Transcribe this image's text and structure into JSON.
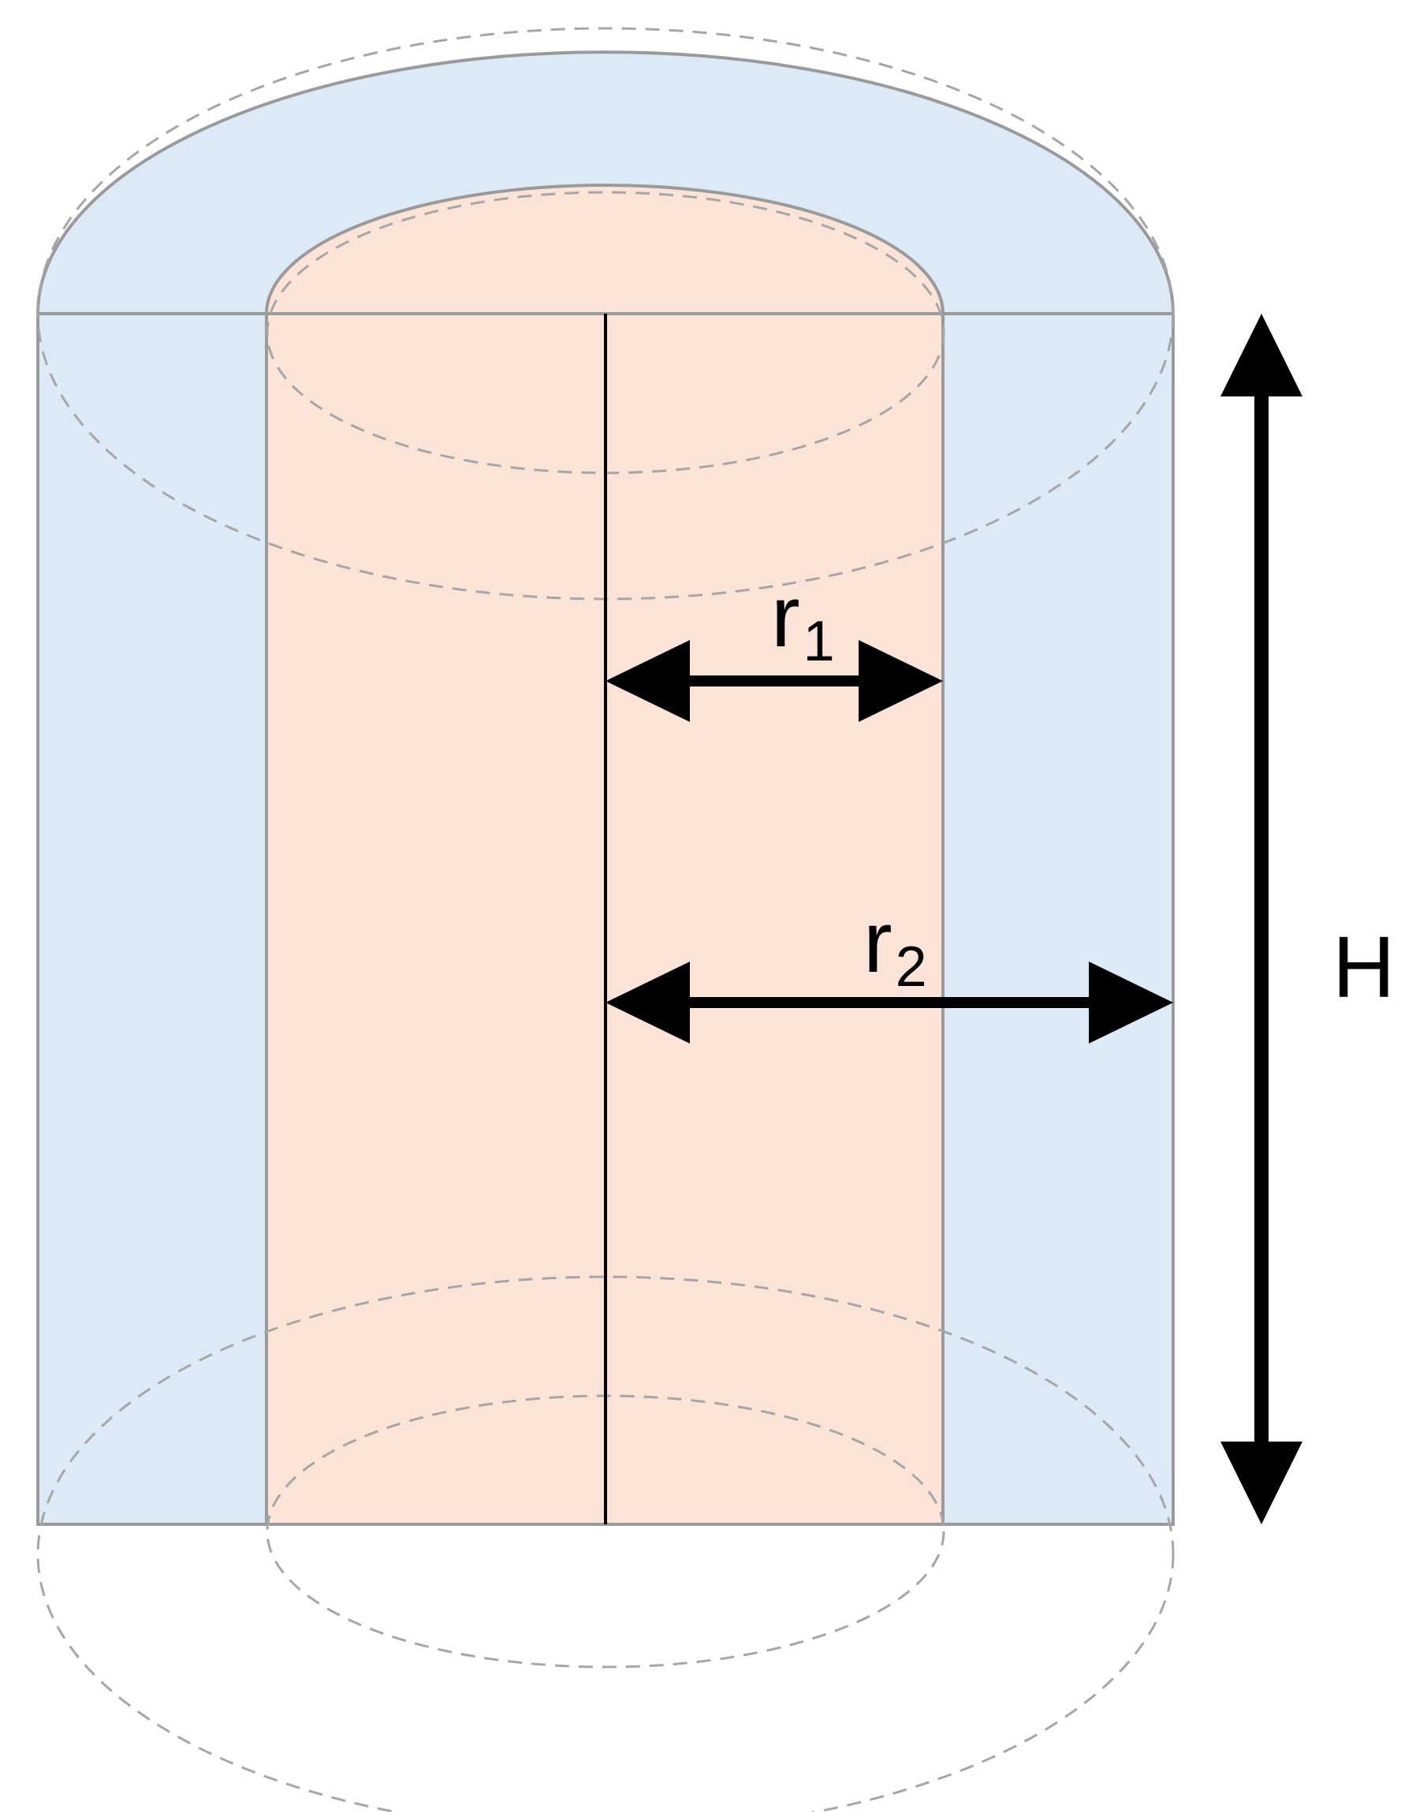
{
  "diagram": {
    "labels": {
      "inner_radius": {
        "base": "r",
        "subscript": "1"
      },
      "outer_radius": {
        "base": "r",
        "subscript": "2"
      },
      "height": "H"
    },
    "colors": {
      "outer_cylinder_fill": "#dce9f6",
      "inner_cylinder_fill": "#fbe3d7",
      "outline": "#9a9a9a",
      "dashed_outline": "#a6a6a6",
      "arrow": "#000000",
      "background": "#ffffff"
    }
  }
}
